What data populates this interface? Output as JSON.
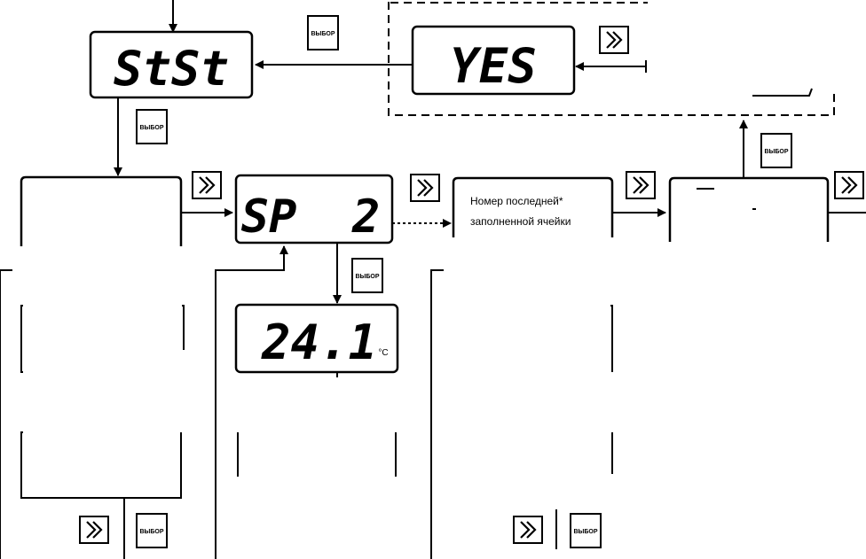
{
  "displays": {
    "stst": "StSt",
    "yes": "YES",
    "sp2": "SP  2",
    "value": "24.1",
    "unit": "°C"
  },
  "buttons": {
    "select_label": "ВЫБОР"
  },
  "labels": {
    "cell_line1": "Номер последней*",
    "cell_line2": "заполненной ячейки"
  }
}
